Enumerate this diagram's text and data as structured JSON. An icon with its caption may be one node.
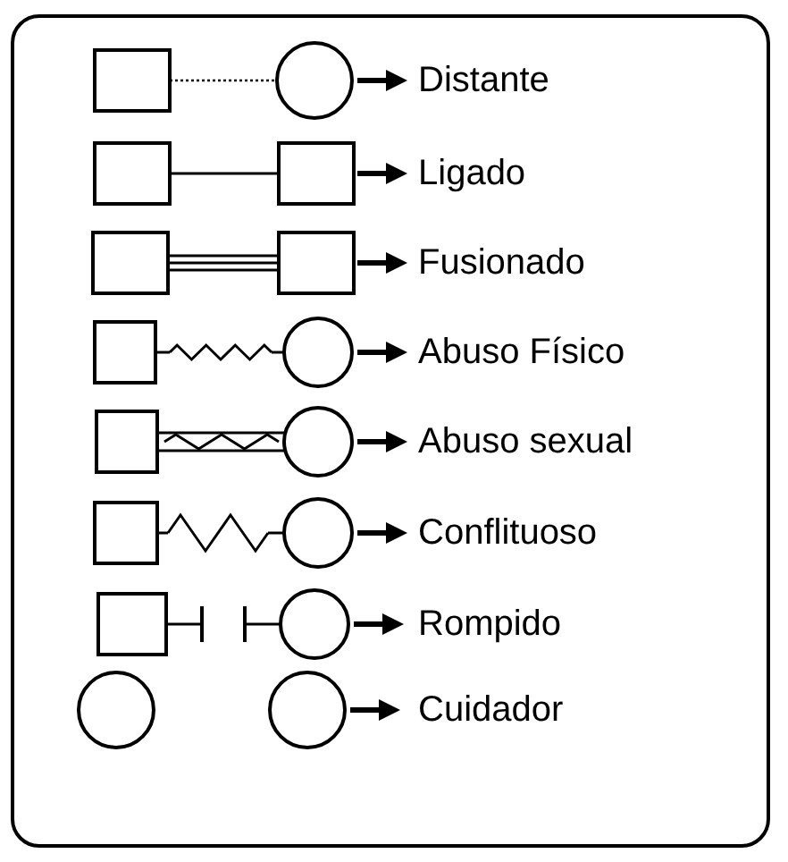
{
  "diagram": {
    "legend": [
      {
        "text": "Distante"
      },
      {
        "text": "Ligado"
      },
      {
        "text": "Fusionado"
      },
      {
        "text": "Abuso Físico"
      },
      {
        "text": "Abuso sexual"
      },
      {
        "text": "Conflituoso"
      },
      {
        "text": "Rompido"
      },
      {
        "text": "Cuidador"
      }
    ]
  }
}
